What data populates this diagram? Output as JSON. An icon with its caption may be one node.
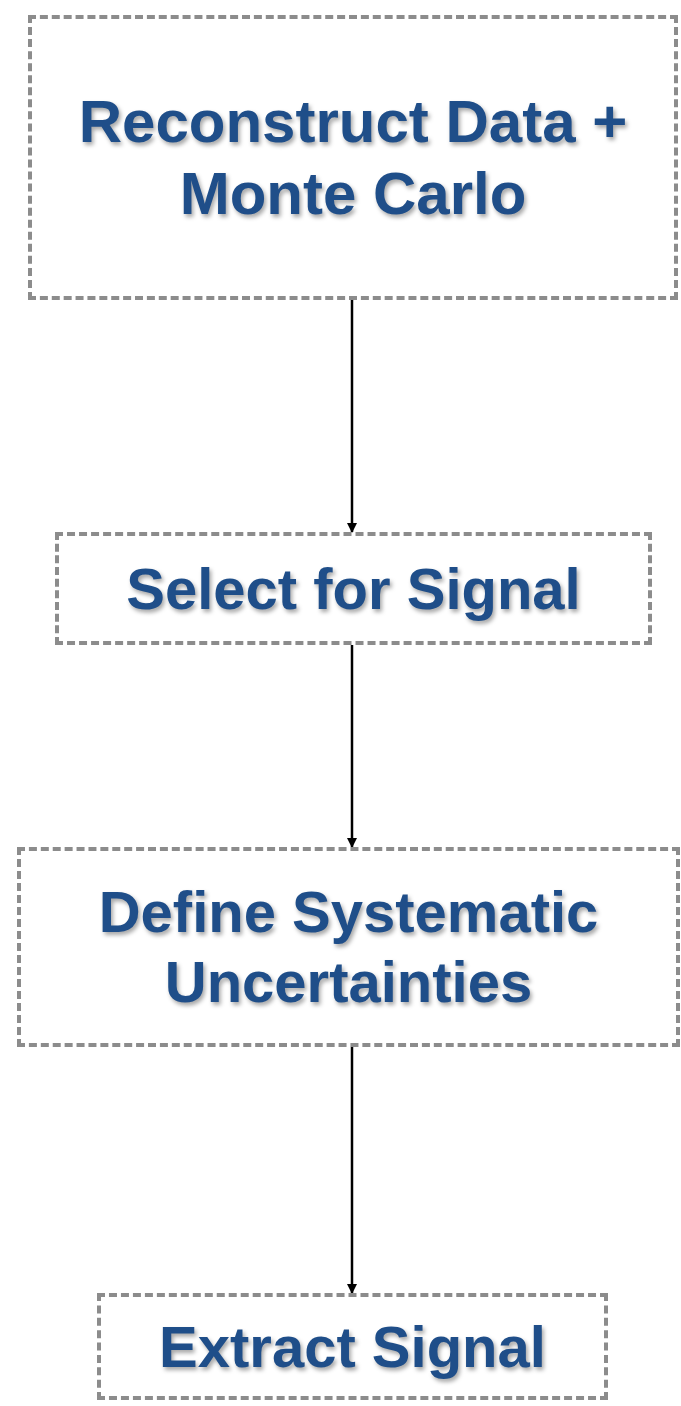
{
  "diagram": {
    "nodes": [
      {
        "text": [
          "Reconstruct Data + Monte Carlo"
        ]
      },
      {
        "text": [
          "Select for Signal"
        ]
      },
      {
        "text": [
          "Define Systematic Uncertainties"
        ]
      },
      {
        "text": [
          "Extract Signal"
        ]
      }
    ],
    "edges": [
      {
        "from": 0,
        "to": 1,
        "arrow": "to"
      },
      {
        "from": 1,
        "to": 2,
        "arrow": "to"
      },
      {
        "from": 2,
        "to": 3,
        "arrow": "to"
      }
    ]
  }
}
